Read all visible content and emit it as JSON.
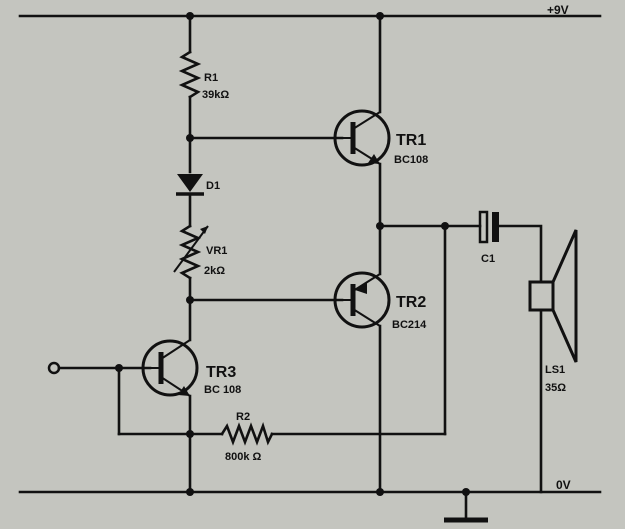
{
  "rails": {
    "top_label": "+9V",
    "bottom_label": "0V"
  },
  "components": {
    "r1": {
      "ref": "R1",
      "value": "39kΩ"
    },
    "d1": {
      "ref": "D1"
    },
    "vr1": {
      "ref": "VR1",
      "value": "2kΩ"
    },
    "tr1": {
      "ref": "TR1",
      "part": "BC108"
    },
    "tr2": {
      "ref": "TR2",
      "part": "BC214"
    },
    "tr3": {
      "ref": "TR3",
      "part": "BC 108"
    },
    "r2": {
      "ref": "R2",
      "value": "800k Ω"
    },
    "c1": {
      "ref": "C1"
    },
    "ls1": {
      "ref": "LS1",
      "value": "35Ω"
    }
  },
  "colors": {
    "paper": "#c4c5bf",
    "ink": "#111111"
  }
}
